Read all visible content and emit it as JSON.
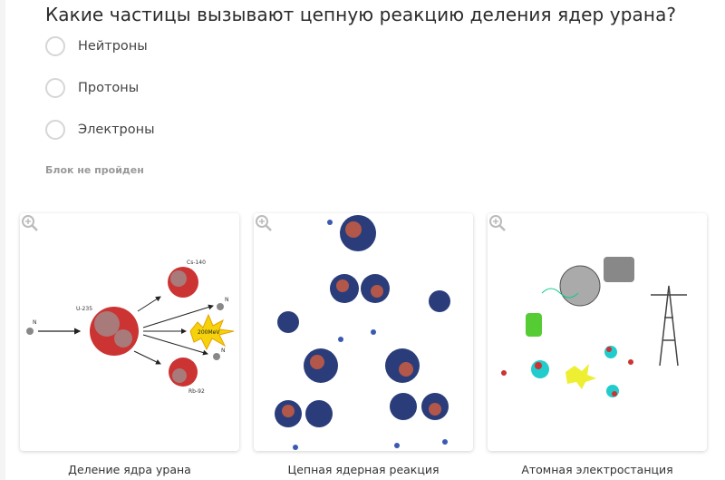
{
  "question": "Какие частицы вызывают цепную реакцию деления ядер урана?",
  "options": [
    "Нейтроны",
    "Протоны",
    "Электроны"
  ],
  "status": "Блок не пройден",
  "gallery": [
    {
      "caption": "Деление ядра урана",
      "labels": {
        "n": "N",
        "u": "U-235",
        "cs": "Cs-140",
        "rb": "Rb-92",
        "energy": "200MeV"
      }
    },
    {
      "caption": "Цепная ядерная реакция"
    },
    {
      "caption": "Атомная электростанция"
    }
  ]
}
